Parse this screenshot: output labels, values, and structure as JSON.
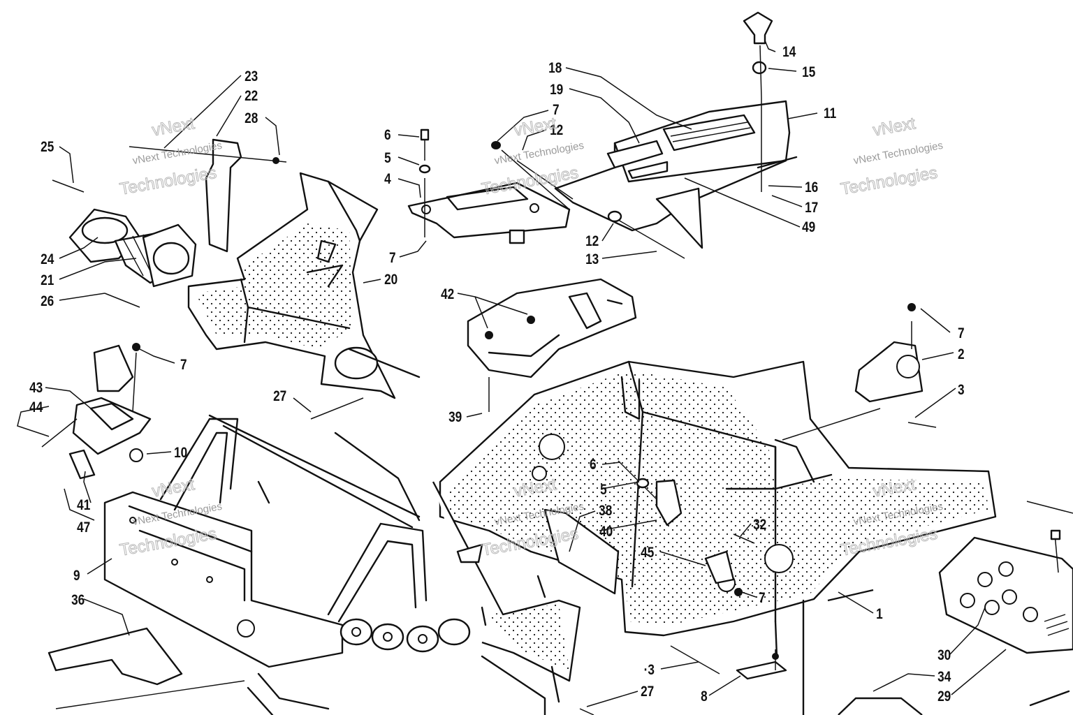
{
  "watermark": {
    "company": "vNext Technologies",
    "word1": "vNext",
    "word2": "Technologies"
  },
  "callouts": [
    {
      "id": "c-14",
      "label": "14"
    },
    {
      "id": "c-15",
      "label": "15"
    },
    {
      "id": "c-18",
      "label": "18"
    },
    {
      "id": "c-19",
      "label": "19"
    },
    {
      "id": "c-11",
      "label": "11"
    },
    {
      "id": "c-23",
      "label": "23"
    },
    {
      "id": "c-22",
      "label": "22"
    },
    {
      "id": "c-28",
      "label": "28"
    },
    {
      "id": "c-7a",
      "label": "7"
    },
    {
      "id": "c-12a",
      "label": "12"
    },
    {
      "id": "c-6a",
      "label": "6"
    },
    {
      "id": "c-5a",
      "label": "5"
    },
    {
      "id": "c-4",
      "label": "4"
    },
    {
      "id": "c-25",
      "label": "25"
    },
    {
      "id": "c-16",
      "label": "16"
    },
    {
      "id": "c-17",
      "label": "17"
    },
    {
      "id": "c-49",
      "label": "49"
    },
    {
      "id": "c-12b",
      "label": "12"
    },
    {
      "id": "c-13",
      "label": "13"
    },
    {
      "id": "c-7b",
      "label": "7"
    },
    {
      "id": "c-24",
      "label": "24"
    },
    {
      "id": "c-21",
      "label": "21"
    },
    {
      "id": "c-20",
      "label": "20"
    },
    {
      "id": "c-26",
      "label": "26"
    },
    {
      "id": "c-42",
      "label": "42"
    },
    {
      "id": "c-7c",
      "label": "7"
    },
    {
      "id": "c-2",
      "label": "2"
    },
    {
      "id": "c-7d",
      "label": "7"
    },
    {
      "id": "c-3a",
      "label": "3"
    },
    {
      "id": "c-43",
      "label": "43"
    },
    {
      "id": "c-44",
      "label": "44"
    },
    {
      "id": "c-27a",
      "label": "27"
    },
    {
      "id": "c-39",
      "label": "39"
    },
    {
      "id": "c-10",
      "label": "10"
    },
    {
      "id": "c-6b",
      "label": "6"
    },
    {
      "id": "c-5b",
      "label": "5"
    },
    {
      "id": "c-38",
      "label": "38"
    },
    {
      "id": "c-40",
      "label": "40"
    },
    {
      "id": "c-41",
      "label": "41"
    },
    {
      "id": "c-47",
      "label": "47"
    },
    {
      "id": "c-32",
      "label": "32"
    },
    {
      "id": "c-45",
      "label": "45"
    },
    {
      "id": "c-7e",
      "label": "7"
    },
    {
      "id": "c-9",
      "label": "9"
    },
    {
      "id": "c-36",
      "label": "36"
    },
    {
      "id": "c-1",
      "label": "1"
    },
    {
      "id": "c-30",
      "label": "30"
    },
    {
      "id": "c-34",
      "label": "34"
    },
    {
      "id": "c-29",
      "label": "29"
    },
    {
      "id": "c-3b",
      "label": "·3"
    },
    {
      "id": "c-27b",
      "label": "27"
    },
    {
      "id": "c-8",
      "label": "8"
    }
  ]
}
